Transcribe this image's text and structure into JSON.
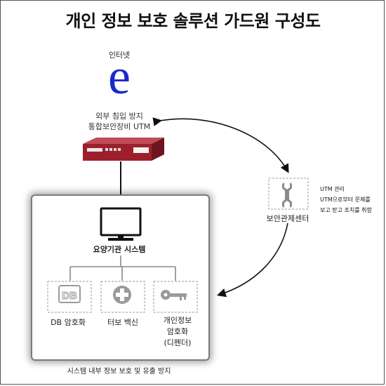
{
  "title": "개인 정보 보호 솔루션 가드원 구성도",
  "internet": {
    "label": "인터넷",
    "logo_letter": "e",
    "logo_color": "#1a2ac8"
  },
  "utm": {
    "caption_line1": "외부 침입 방지",
    "caption_line2": "통합보안장비 UTM",
    "device_color": "#9e1f2c"
  },
  "system": {
    "label": "요양기관 시스템",
    "modules": [
      {
        "label": "DB 암호화",
        "icon": "db-icon"
      },
      {
        "label": "터보 백신",
        "icon": "medical-cross-icon"
      },
      {
        "label_lines": [
          "개인정보",
          "암호화",
          "(디펜더)"
        ],
        "icon": "key-icon"
      }
    ],
    "bottom_caption": "시스템 내부 정보 보호 및 유출 방지"
  },
  "security_center": {
    "label": "보안관제센터",
    "icon": "wrench-icon",
    "notes": [
      "UTM 관리",
      "UTM으로부터 문제를",
      "보고 받고 조치를 취함"
    ]
  }
}
